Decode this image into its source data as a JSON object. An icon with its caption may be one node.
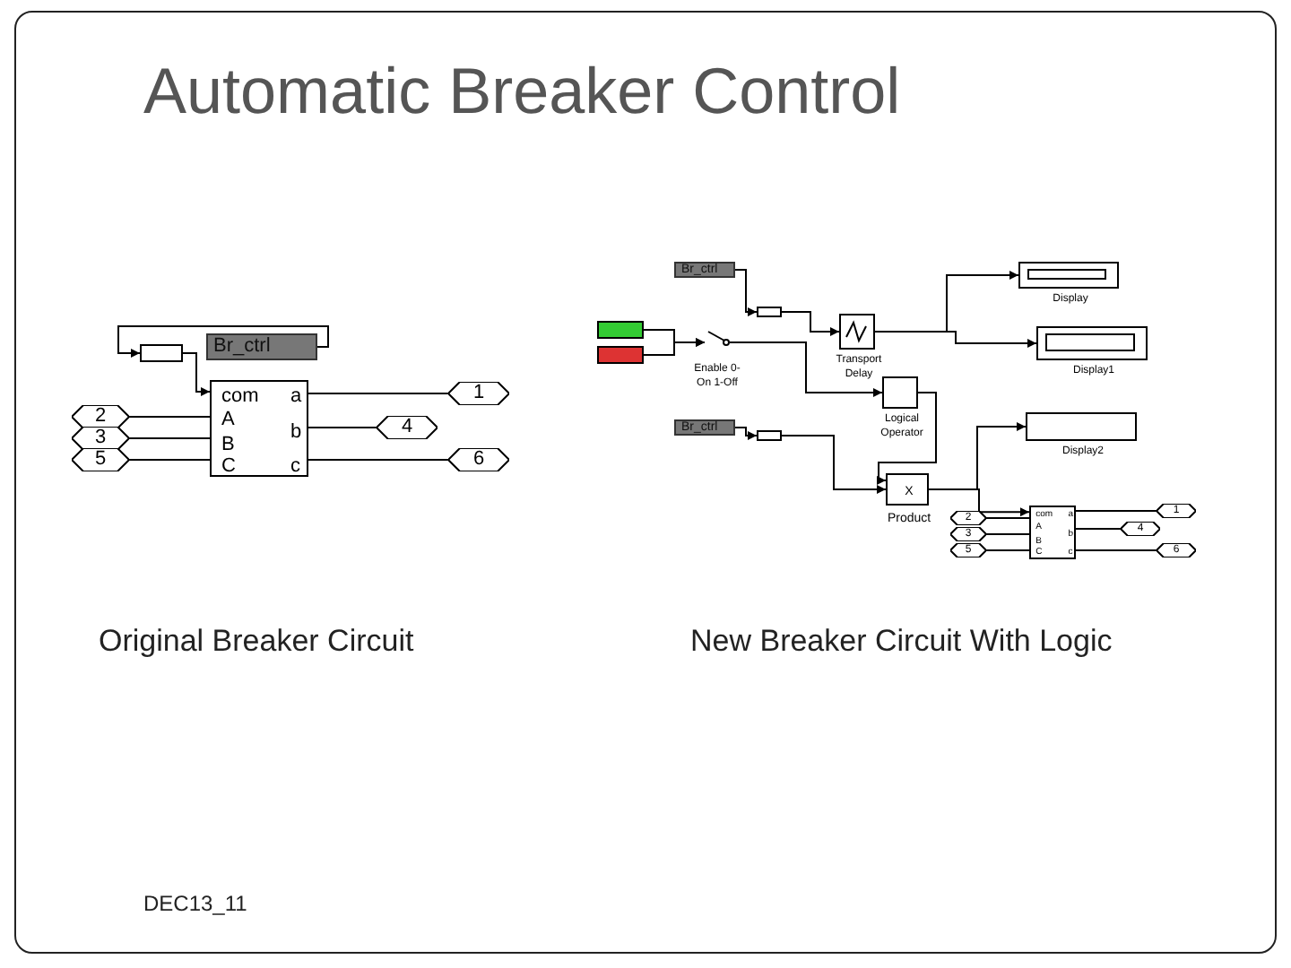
{
  "diagram": {
    "title": "Automatic Breaker Control",
    "nodes": [
      {
        "text": [
          "Br_ctrl"
        ]
      },
      {
        "text": [],
        "shape": "box"
      },
      {
        "text": [
          "com",
          "a",
          "A",
          "b",
          "B",
          "C",
          "c"
        ]
      },
      {
        "text": [
          "2"
        ]
      },
      {
        "text": [
          "3"
        ]
      },
      {
        "text": [
          "5"
        ]
      },
      {
        "text": [
          "1"
        ]
      },
      {
        "text": [
          "4"
        ]
      },
      {
        "text": [
          "6"
        ]
      },
      {
        "text": [
          "Br_ctrl"
        ]
      },
      {
        "text": [],
        "shape": "box"
      },
      {
        "text": [],
        "shape": "box"
      },
      {
        "text": [],
        "shape": "box"
      },
      {
        "text": [],
        "shape": "switch",
        "beside": [
          "Enable 0-On 1-Off"
        ]
      },
      {
        "text": [],
        "shape": "box",
        "beside": [
          "Transport Delay"
        ]
      },
      {
        "text": [],
        "shape": "box",
        "beside": [
          "Logical Operator"
        ]
      },
      {
        "text": [
          "Br_ctrl"
        ]
      },
      {
        "text": [],
        "shape": "box"
      },
      {
        "text": [
          "X"
        ],
        "beside": [
          "Product"
        ]
      },
      {
        "text": [],
        "shape": "box",
        "beside": [
          "Display"
        ]
      },
      {
        "text": [],
        "shape": "box",
        "beside": [
          "Display1"
        ]
      },
      {
        "text": [],
        "shape": "box",
        "beside": [
          "Display2"
        ]
      },
      {
        "text": [
          "com",
          "a",
          "A",
          "b",
          "B",
          "C",
          "c"
        ]
      },
      {
        "text": [
          "2"
        ]
      },
      {
        "text": [
          "3"
        ]
      },
      {
        "text": [
          "5"
        ]
      },
      {
        "text": [
          "1"
        ]
      },
      {
        "text": [
          "4"
        ]
      },
      {
        "text": [
          "6"
        ]
      }
    ],
    "edges": [
      {
        "from": 0,
        "to": 1,
        "arrow": "to"
      },
      {
        "from": 1,
        "to": 2,
        "arrow": "to"
      },
      {
        "from": 3,
        "to": 2,
        "arrow": "none"
      },
      {
        "from": 4,
        "to": 2,
        "arrow": "none"
      },
      {
        "from": 5,
        "to": 2,
        "arrow": "none"
      },
      {
        "from": 2,
        "to": 6,
        "arrow": "none"
      },
      {
        "from": 2,
        "to": 7,
        "arrow": "none"
      },
      {
        "from": 2,
        "to": 8,
        "arrow": "none"
      },
      {
        "from": 9,
        "to": 10,
        "arrow": "to"
      },
      {
        "from": 10,
        "to": 14,
        "arrow": "to"
      },
      {
        "from": 11,
        "to": 13,
        "arrow": "to"
      },
      {
        "from": 12,
        "to": 13,
        "arrow": "to"
      },
      {
        "from": 13,
        "to": 15,
        "arrow": "to"
      },
      {
        "from": 14,
        "to": 19,
        "arrow": "to"
      },
      {
        "from": 14,
        "to": 20,
        "arrow": "to"
      },
      {
        "from": 15,
        "to": 18,
        "arrow": "to"
      },
      {
        "from": 16,
        "to": 17,
        "arrow": "to"
      },
      {
        "from": 17,
        "to": 18,
        "arrow": "to"
      },
      {
        "from": 18,
        "to": 21,
        "arrow": "to"
      },
      {
        "from": 18,
        "to": 22,
        "arrow": "to"
      },
      {
        "from": 23,
        "to": 22,
        "arrow": "none"
      },
      {
        "from": 24,
        "to": 22,
        "arrow": "none"
      },
      {
        "from": 25,
        "to": 22,
        "arrow": "none"
      },
      {
        "from": 22,
        "to": 26,
        "arrow": "none"
      },
      {
        "from": 22,
        "to": 27,
        "arrow": "none"
      },
      {
        "from": 22,
        "to": 28,
        "arrow": "none"
      }
    ],
    "labels": [
      "Original Breaker Circuit",
      "New Breaker Circuit With Logic",
      "DEC13_11"
    ]
  }
}
